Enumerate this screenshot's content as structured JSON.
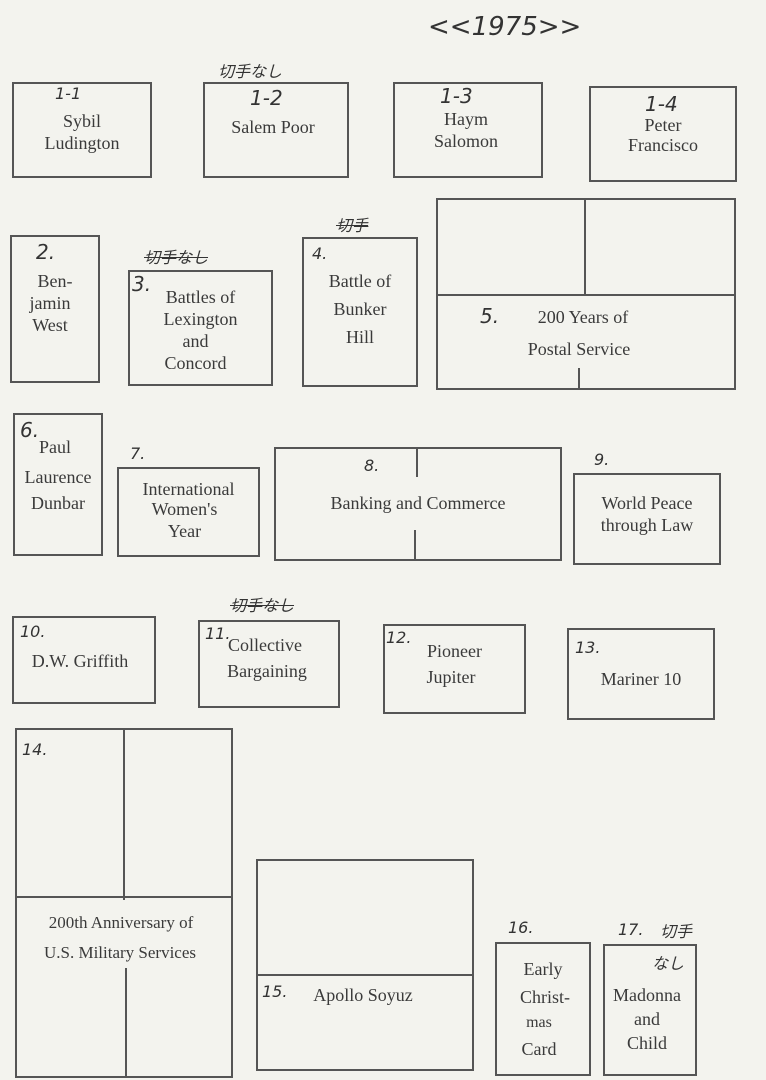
{
  "header": {
    "year": "<<1975>>"
  },
  "notes": {
    "no_stamp": "切手なし",
    "no_stamp_2": "切手なし",
    "no_stamp_3": "切手なし",
    "stamp_4": "切手",
    "stamp_17": "切手",
    "none_17": "なし"
  },
  "stamps": [
    {
      "num": "1-1",
      "name_lines": [
        "Sybil",
        "Ludington"
      ]
    },
    {
      "num": "1-2",
      "name_lines": [
        "Salem Poor"
      ]
    },
    {
      "num": "1-3",
      "name_lines": [
        "Haym",
        "Salomon"
      ]
    },
    {
      "num": "1-4",
      "name_lines": [
        "Peter",
        "Francisco"
      ]
    },
    {
      "num": "2.",
      "name_lines": [
        "Ben-",
        "jamin",
        "West"
      ]
    },
    {
      "num": "3.",
      "name_lines": [
        "Battles of",
        "Lexington",
        "and",
        "Concord"
      ]
    },
    {
      "num": "4.",
      "name_lines": [
        "Battle of",
        "Bunker",
        "Hill"
      ]
    },
    {
      "num": "5.",
      "name_lines": [
        "200 Years of",
        "Postal Service"
      ]
    },
    {
      "num": "6.",
      "name_lines": [
        "Paul",
        "Laurence",
        "Dunbar"
      ]
    },
    {
      "num": "7.",
      "name_lines": [
        "International",
        "Women's",
        "Year"
      ]
    },
    {
      "num": "8.",
      "name_lines": [
        "Banking and Commerce"
      ]
    },
    {
      "num": "9.",
      "name_lines": [
        "World Peace",
        "through Law"
      ]
    },
    {
      "num": "10.",
      "name_lines": [
        "D.W. Griffith"
      ]
    },
    {
      "num": "11.",
      "name_lines": [
        "Collective",
        "Bargaining"
      ]
    },
    {
      "num": "12.",
      "name_lines": [
        "Pioneer",
        "Jupiter"
      ]
    },
    {
      "num": "13.",
      "name_lines": [
        "Mariner 10"
      ]
    },
    {
      "num": "14.",
      "name_lines": [
        "200th Anniversary of",
        "U.S. Military Services"
      ]
    },
    {
      "num": "15.",
      "name_lines": [
        "Apollo Soyuz"
      ]
    },
    {
      "num": "16.",
      "name_lines": [
        "Early",
        "Christ-",
        "mas",
        "Card"
      ]
    },
    {
      "num": "17.",
      "name_lines": [
        "Madonna",
        "and",
        "Child"
      ]
    }
  ]
}
